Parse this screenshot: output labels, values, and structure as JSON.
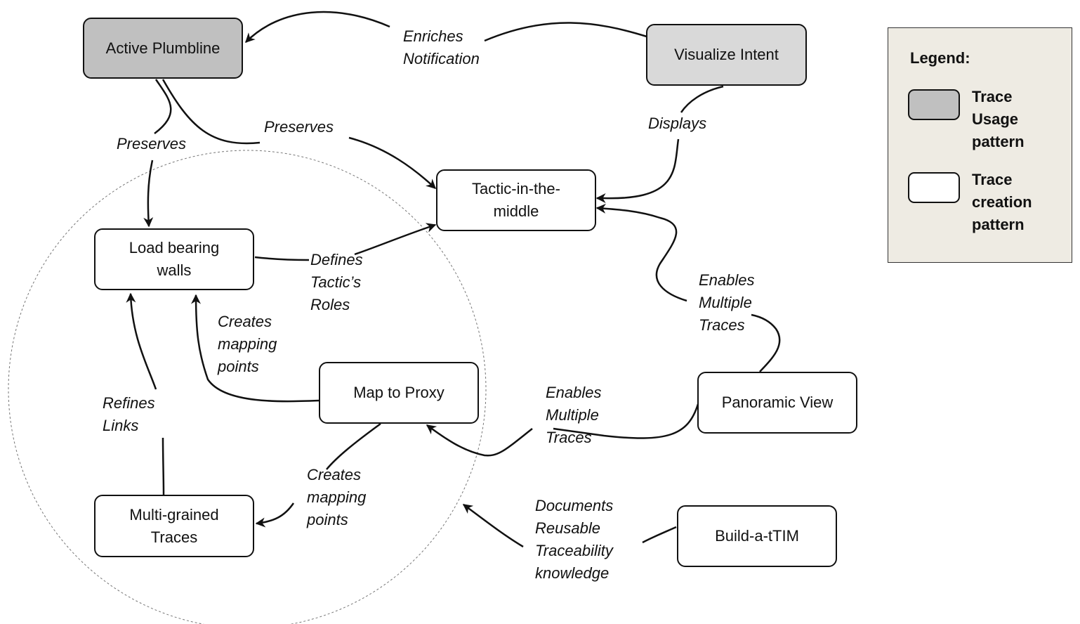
{
  "diagram": {
    "nodes": [
      {
        "id": "active-plumbline",
        "label": "Active Plumbline",
        "kind": "usage"
      },
      {
        "id": "visualize-intent",
        "label": "Visualize Intent",
        "kind": "usage"
      },
      {
        "id": "tactic-in-the-middle",
        "label": "Tactic-in-the-\nmiddle",
        "kind": "creation"
      },
      {
        "id": "load-bearing-walls",
        "label": "Load bearing\nwalls",
        "kind": "creation"
      },
      {
        "id": "map-to-proxy",
        "label": "Map to Proxy",
        "kind": "creation"
      },
      {
        "id": "multi-grained-traces",
        "label": "Multi-grained\nTraces",
        "kind": "creation"
      },
      {
        "id": "panoramic-view",
        "label": "Panoramic View",
        "kind": "creation"
      },
      {
        "id": "build-a-ttim",
        "label": "Build-a-tTIM",
        "kind": "creation"
      }
    ],
    "edges": [
      {
        "from": "visualize-intent",
        "to": "active-plumbline",
        "label": "Enriches\nNotification"
      },
      {
        "from": "active-plumbline",
        "to": "load-bearing-walls",
        "label": "Preserves"
      },
      {
        "from": "active-plumbline",
        "to": "tactic-in-the-middle",
        "label": "Preserves"
      },
      {
        "from": "visualize-intent",
        "to": "tactic-in-the-middle",
        "label": "Displays"
      },
      {
        "from": "load-bearing-walls",
        "to": "tactic-in-the-middle",
        "label": "Defines\nTactic’s\nRoles"
      },
      {
        "from": "map-to-proxy",
        "to": "load-bearing-walls",
        "label": "Creates\nmapping\npoints"
      },
      {
        "from": "multi-grained-traces",
        "to": "load-bearing-walls",
        "label": "Refines\nLinks"
      },
      {
        "from": "map-to-proxy",
        "to": "multi-grained-traces",
        "label": "Creates\nmapping\npoints"
      },
      {
        "from": "panoramic-view",
        "to": "tactic-in-the-middle",
        "label": "Enables\nMultiple\nTraces"
      },
      {
        "from": "panoramic-view",
        "to": "map-to-proxy",
        "label": "Enables\nMultiple\nTraces"
      },
      {
        "from": "build-a-ttim",
        "to": "trace-creation-group",
        "label": "Documents\nReusable\nTraceability\nknowledge"
      }
    ]
  },
  "legend": {
    "title": "Legend:",
    "items": [
      {
        "label": "Trace\nUsage\npattern",
        "color": "#c0c0c0"
      },
      {
        "label": "Trace\ncreation\npattern",
        "color": "#ffffff"
      }
    ]
  },
  "colors": {
    "usage_fill": "#c0c0c0",
    "usage_fill_light": "#d9d9d9",
    "creation_fill": "#ffffff",
    "legend_bg": "#eeebe3",
    "stroke": "#111111"
  }
}
